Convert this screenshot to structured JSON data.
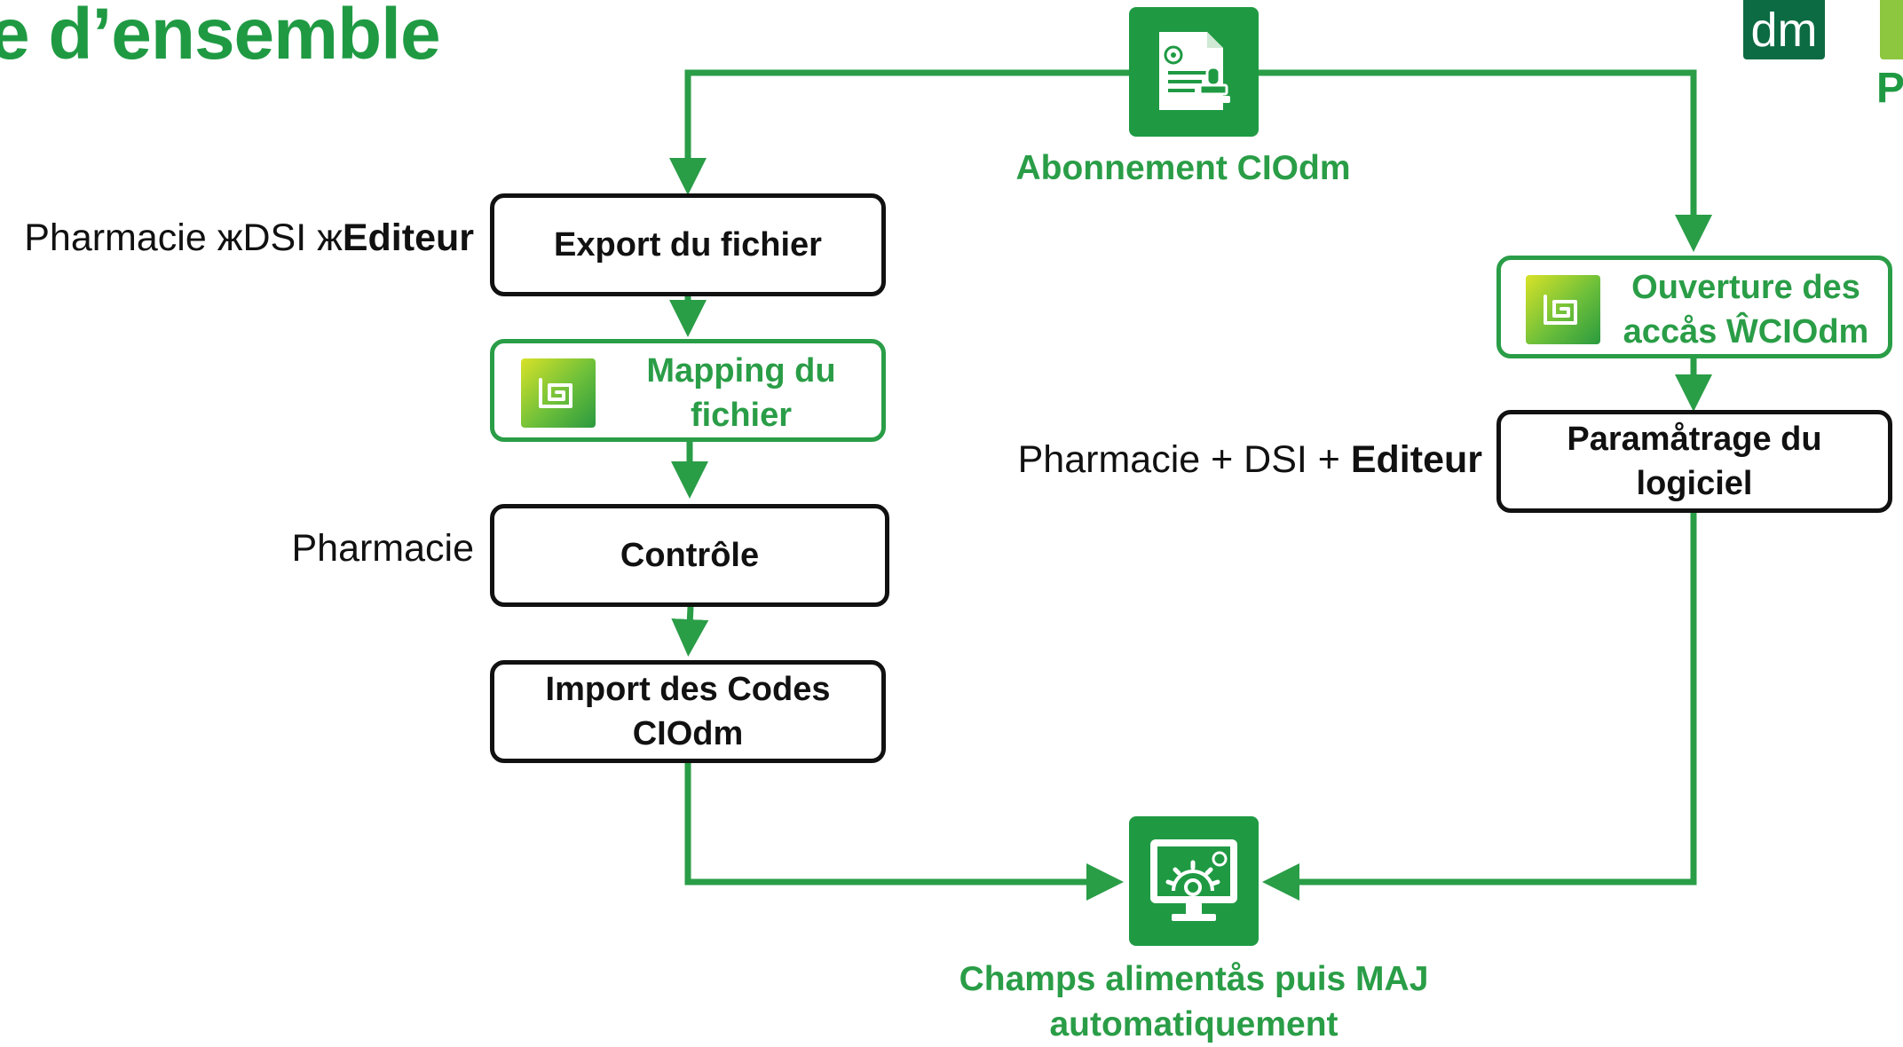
{
  "title": "e d’ensemble",
  "logo": {
    "text": "dm",
    "partial_letter": "P"
  },
  "subscription": {
    "caption": "Abonnement CIOdm",
    "icon": "document-stamp-icon"
  },
  "left_column": {
    "export": "Export du fichier",
    "mapping_line1": "Mapping du",
    "mapping_line2": "fichier",
    "controle": "Contrôle",
    "import_line1": "Import des Codes",
    "import_line2": "CIOdm"
  },
  "roles": {
    "left_top_prefix": "Pharmacie жDSI ж",
    "left_top_bold": "Editeur",
    "left_mid": "Pharmacie",
    "right_prefix": "Pharmacie + DSI + ",
    "right_bold": "Editeur"
  },
  "right_column": {
    "ouverture_line1": "Ouverture des",
    "ouverture_line2": "accås ŴCIOdm",
    "parametrage_line1": "Paramåtrage du",
    "parametrage_line2": "logiciel"
  },
  "result": {
    "caption_line1": "Champs alimentås puis MAJ",
    "caption_line2": "automatiquement",
    "icon": "monitor-gear-icon"
  },
  "colors": {
    "green": "#2a9d47",
    "dark_green": "#0c6b43",
    "black": "#111111",
    "arrow": "#2a9d47"
  }
}
